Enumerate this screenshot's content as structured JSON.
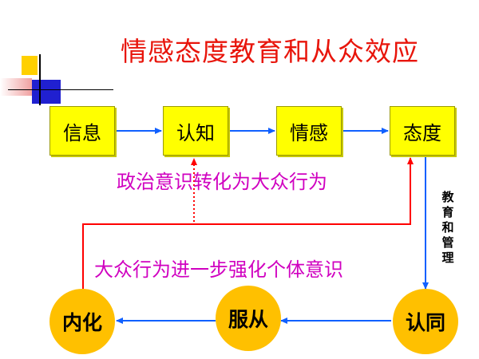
{
  "title": "情感态度教育和从众效应",
  "flow_top": [
    {
      "label": "信息"
    },
    {
      "label": "认知"
    },
    {
      "label": "情感"
    },
    {
      "label": "态度"
    }
  ],
  "flow_bottom": [
    {
      "label": "内化"
    },
    {
      "label": "服从"
    },
    {
      "label": "认同"
    }
  ],
  "labels": {
    "political": "政治意识转化为大众行为",
    "mass": "大众行为进一步强化个体意识",
    "vertical": "教育和管理"
  },
  "colors": {
    "title": "#e8150b",
    "box_fill": "#ffff00",
    "circle_fill": "#ffc000",
    "arrow_blue": "#1060ff",
    "arrow_red": "#ff0000",
    "label_magenta": "#d000c0"
  }
}
